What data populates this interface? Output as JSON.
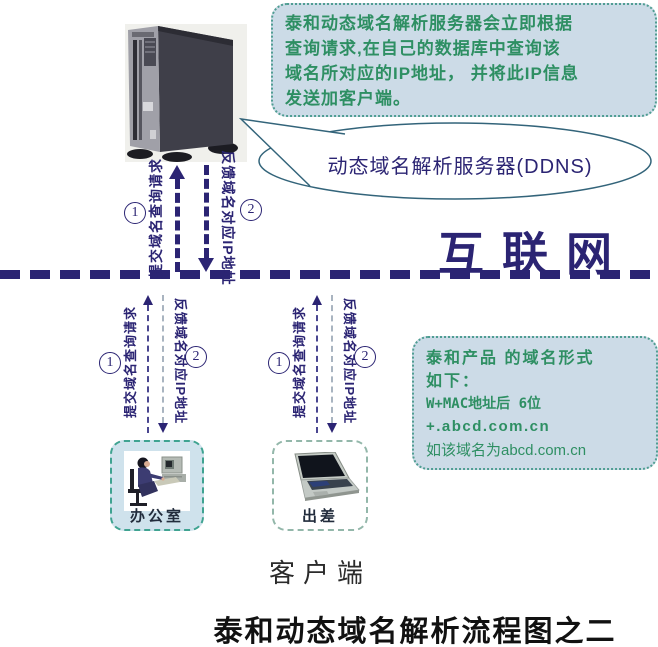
{
  "colors": {
    "navy": "#2b2473",
    "green": "#2e8f63",
    "box_bg": "#ccdbe7",
    "box_border": "#4f9d92",
    "office_bg": "#cfe2ec"
  },
  "top_box": {
    "text": "泰和动态域名解析服务器会立即根据\n查询请求,在自己的数据库中查询该\n域名所对应的IP地址， 并将此IP信息\n发送加客户端。"
  },
  "bubble": {
    "label": "动态域名解析服务器(DDNS)"
  },
  "internet": {
    "label": "互联网"
  },
  "flow": {
    "step1": "1",
    "step2": "2",
    "submit_label": "提交域名查询请求",
    "feedback_label": "反馈域名对应IP地址"
  },
  "domain_box": {
    "lines": [
      "泰和产品 的域名形式",
      "如下：",
      "W+MAC地址后 6位",
      "+.abcd.com.cn",
      "如该域名为abcd.com.cn"
    ]
  },
  "clients": {
    "office_label": "办公室",
    "travel_label": "出差",
    "group_label": "客户端"
  },
  "footer": {
    "title": "泰和动态域名解析流程图之二"
  }
}
